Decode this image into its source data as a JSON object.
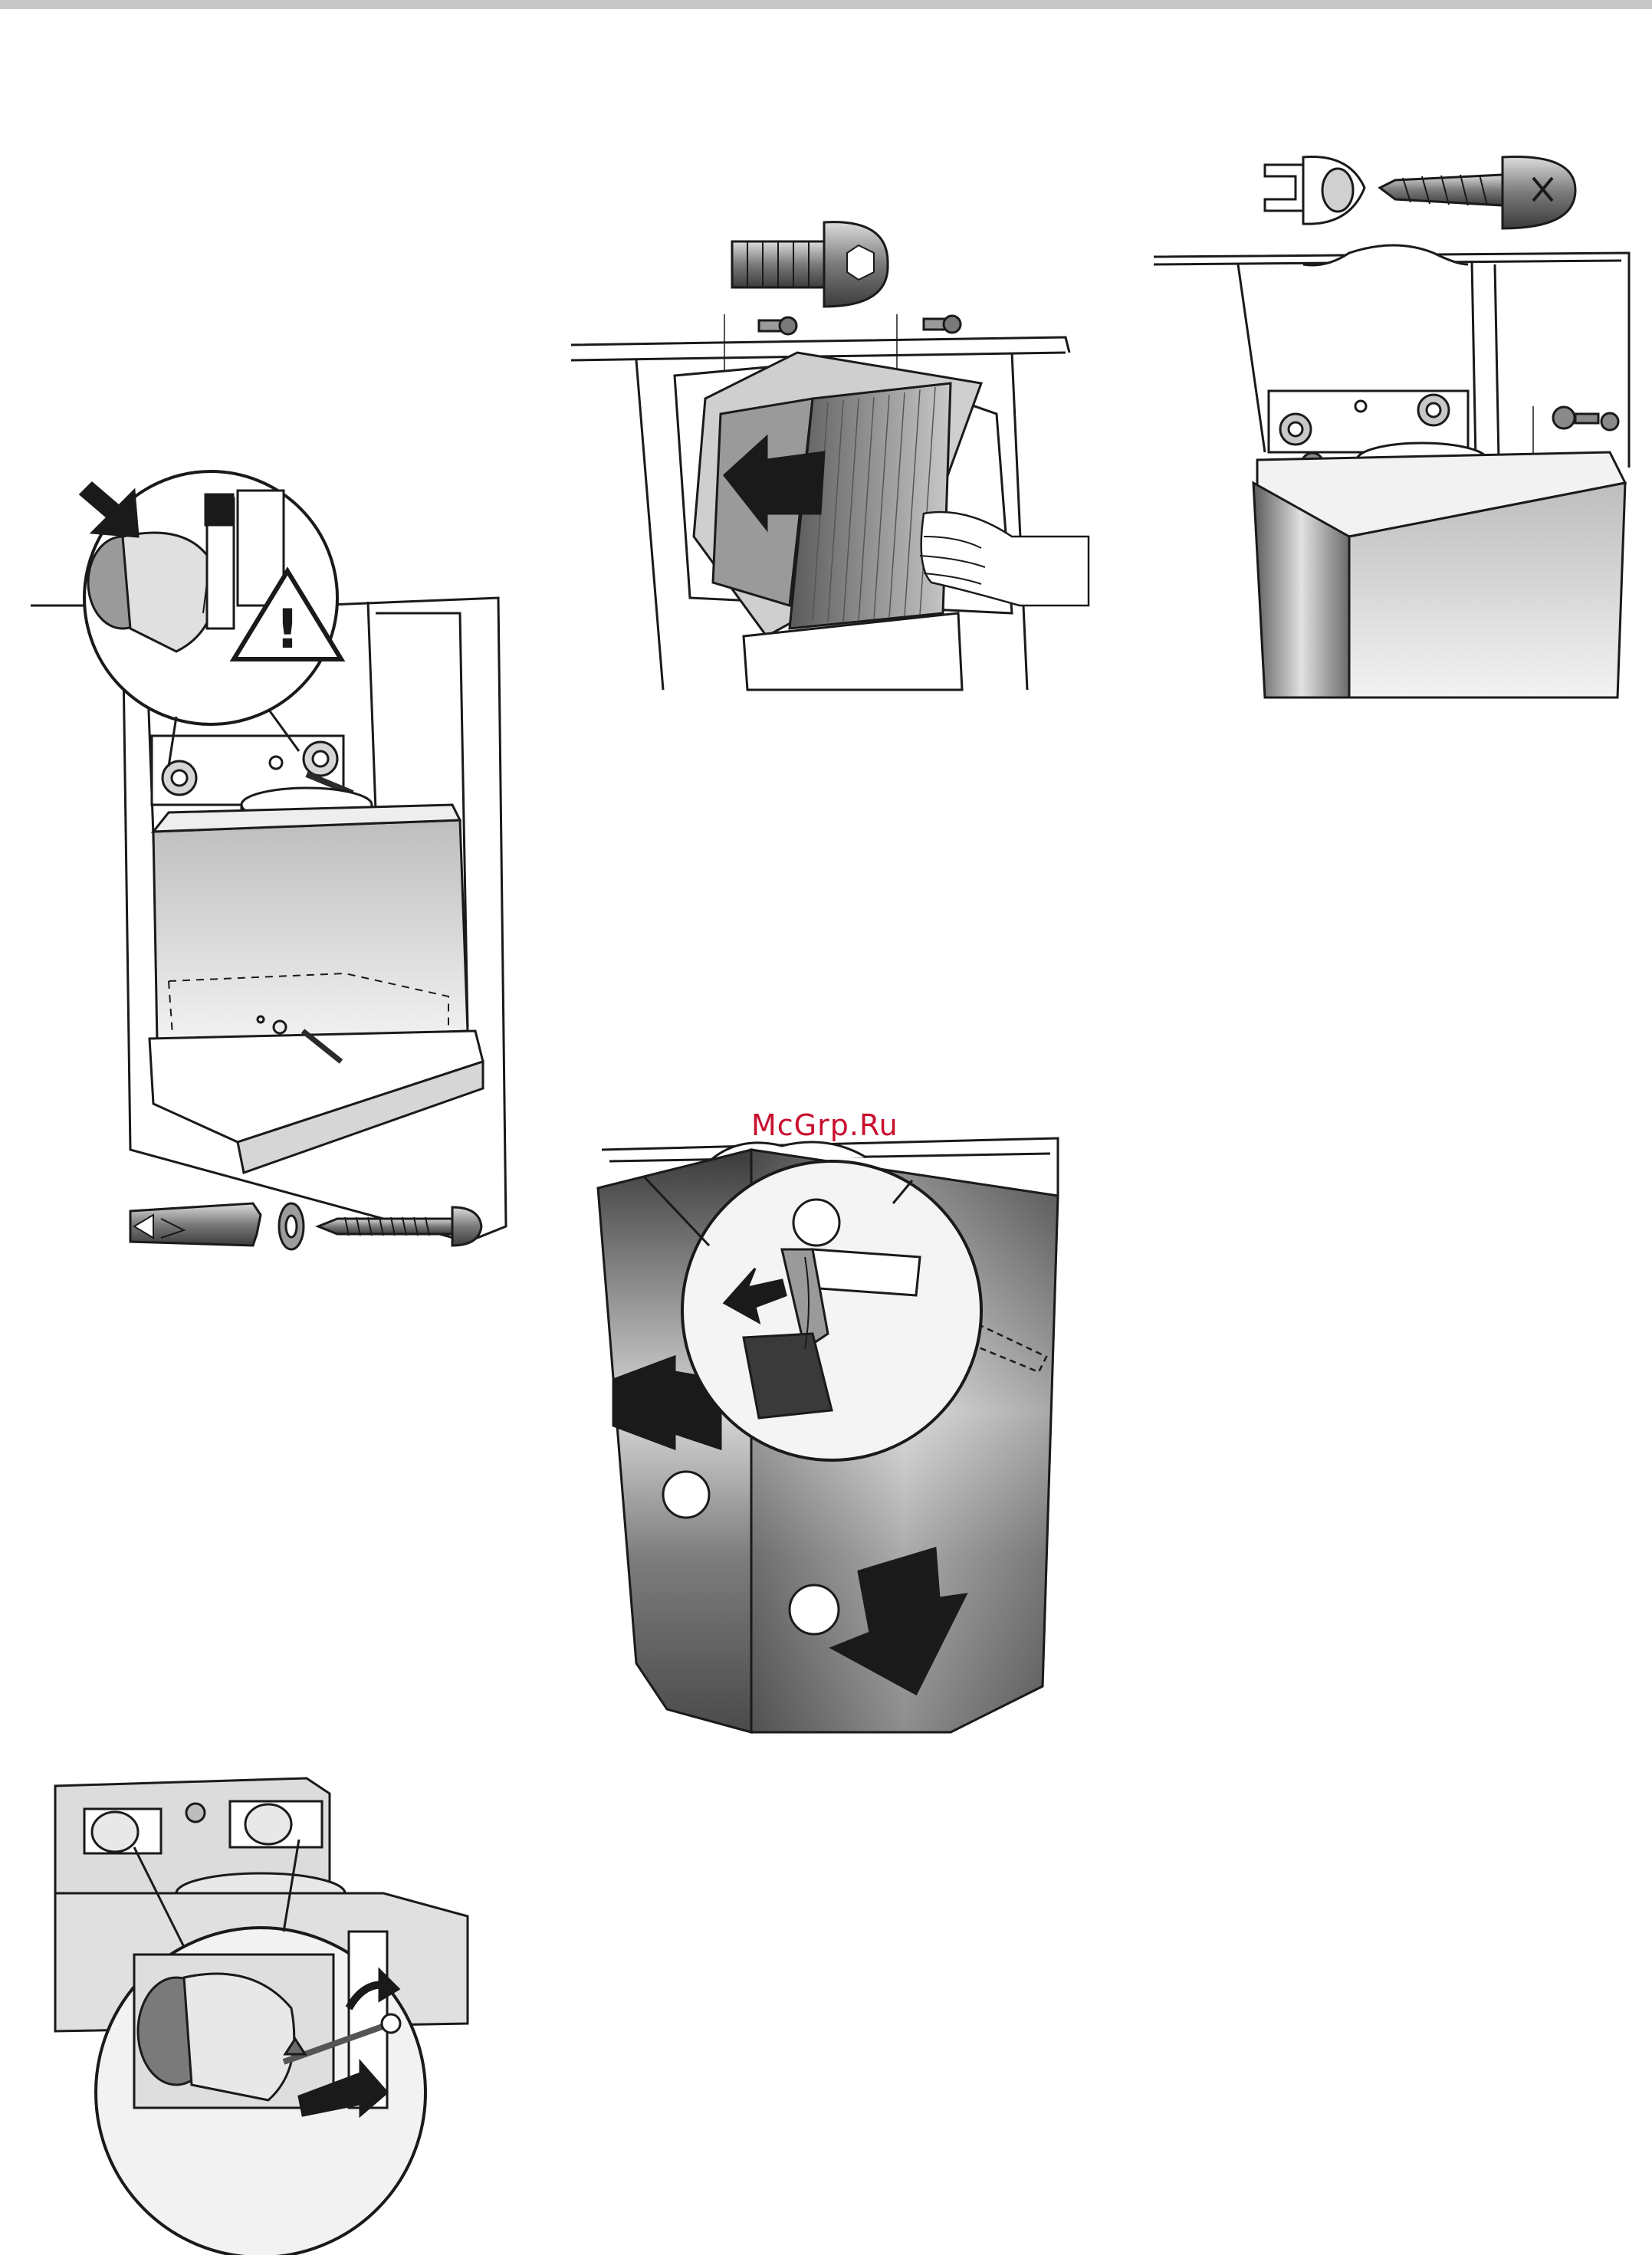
{
  "document": {
    "type": "installation-instructions-illustration-page",
    "watermark": "McGrp.Ru",
    "figures": [
      {
        "id": "fig-wall-mount-housing",
        "step_numbers": [],
        "warning_symbol": "!"
      },
      {
        "id": "fig-insert-filter-unit",
        "step_numbers": []
      },
      {
        "id": "fig-screw-fastening",
        "step_numbers": []
      },
      {
        "id": "fig-attach-chimney-cover",
        "step_numbers": [
          "",
          "",
          ""
        ]
      },
      {
        "id": "fig-remove-mounting-clips",
        "step_numbers": []
      }
    ]
  },
  "colors": {
    "line": "#1a1a1a",
    "dark_fill": "#2b2b2b",
    "mid_grey": "#8a8a8a",
    "light_grey": "#d6d6d6",
    "watermark": "#c8102e"
  }
}
